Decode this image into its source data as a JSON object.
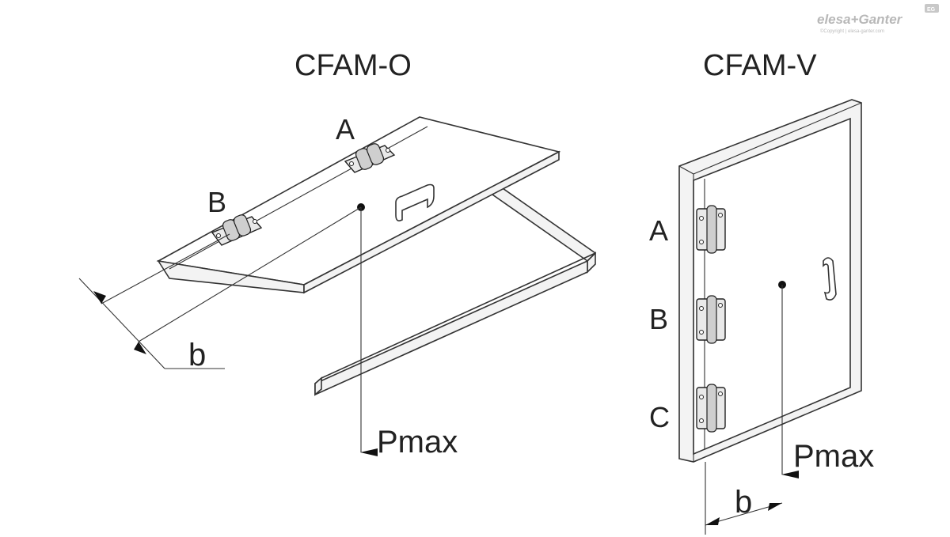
{
  "brand": {
    "name": "elesa+Ganter",
    "copyright": "©Copyright | elesa-ganter.com",
    "badge": "EG"
  },
  "left_figure": {
    "title": "CFAM-O",
    "hinge_labels": [
      "A",
      "B"
    ],
    "load_label": "Pmax",
    "distance_label": "b"
  },
  "right_figure": {
    "title": "CFAM-V",
    "hinge_labels": [
      "A",
      "B",
      "C"
    ],
    "load_label": "Pmax",
    "distance_label": "b"
  }
}
